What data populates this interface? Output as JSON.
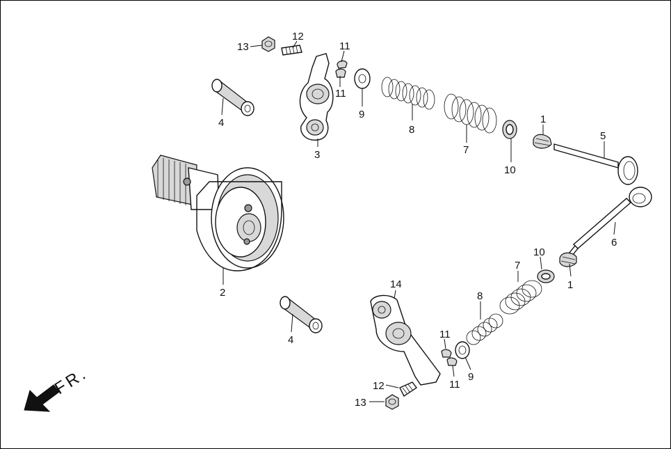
{
  "colors": {
    "line": "#111111",
    "background": "#ffffff",
    "shade": "#d8d8d8",
    "dark": "#9a9a9a"
  },
  "front_indicator": {
    "text": "FR.",
    "icon": "front-arrow-icon"
  },
  "callouts": {
    "c13_top": "13",
    "c12_top": "12",
    "c11_top_a": "11",
    "c11_top_b": "11",
    "c9_top": "9",
    "c8_top": "8",
    "c7_top": "7",
    "c10_top": "10",
    "c1_top": "1",
    "c5": "5",
    "c6": "6",
    "c4_top": "4",
    "c3": "3",
    "c2": "2",
    "c10_bot": "10",
    "c7_bot": "7",
    "c1_bot": "1",
    "c8_bot": "8",
    "c14": "14",
    "c11_bot_a": "11",
    "c11_bot_b": "11",
    "c9_bot": "9",
    "c4_bot": "4",
    "c12_bot": "12",
    "c13_bot": "13"
  }
}
